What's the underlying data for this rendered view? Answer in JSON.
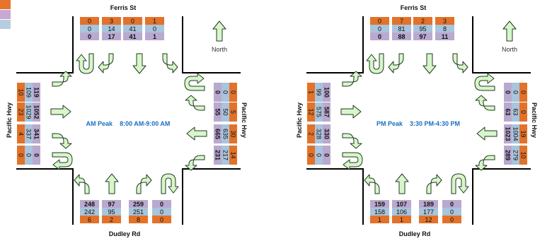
{
  "legend": {
    "colors": [
      "#e8732a",
      "#c9a7d3",
      "#b6cde0"
    ]
  },
  "colors": {
    "total": "#b9a9cf",
    "heavy": "#e2722a",
    "light": "#a9c4dd",
    "arrow": "#d8f5cc",
    "arrow_stroke": "#1f3b1f",
    "peak_text": "#1a6fc0"
  },
  "diagrams": [
    {
      "streets": {
        "north": "Ferris St",
        "south": "Dudley Rd",
        "west": "Pacific Hwy",
        "east": "Pacific Hwy"
      },
      "peak_label": "AM Peak",
      "peak_time": "8:00 AM-9:00 AM",
      "north_label": "North",
      "north_approach": [
        {
          "heavy": "0",
          "light": "0",
          "total": "0"
        },
        {
          "heavy": "3",
          "light": "14",
          "total": "17"
        },
        {
          "heavy": "0",
          "light": "41",
          "total": "41"
        },
        {
          "heavy": "1",
          "light": "0",
          "total": "1"
        }
      ],
      "south_approach": [
        {
          "total": "248",
          "light": "242",
          "heavy": "6"
        },
        {
          "total": "97",
          "light": "95",
          "heavy": "2"
        },
        {
          "total": "259",
          "light": "251",
          "heavy": "8"
        },
        {
          "total": "0",
          "light": "0",
          "heavy": "0"
        }
      ],
      "west_approach": [
        {
          "heavy": "10",
          "light": "109",
          "total": "119"
        },
        {
          "heavy": "23",
          "light": "1029",
          "total": "1052"
        },
        {
          "heavy": "4",
          "light": "337",
          "total": "341"
        },
        {
          "heavy": "0",
          "light": "0",
          "total": "0"
        }
      ],
      "east_approach": [
        {
          "total": "0",
          "light": "0",
          "heavy": "0"
        },
        {
          "total": "55",
          "light": "50",
          "heavy": "5"
        },
        {
          "total": "665",
          "light": "635",
          "heavy": "30"
        },
        {
          "total": "231",
          "light": "217",
          "heavy": "14"
        }
      ]
    },
    {
      "streets": {
        "north": "Ferris St",
        "south": "Dudley Rd",
        "west": "Pacific Hwy",
        "east": "Pacific Hwy"
      },
      "peak_label": "PM Peak",
      "peak_time": "3:30 PM-4:30 PM",
      "north_label": "North",
      "north_approach": [
        {
          "heavy": "0",
          "light": "0",
          "total": "0"
        },
        {
          "heavy": "7",
          "light": "81",
          "total": "88"
        },
        {
          "heavy": "2",
          "light": "95",
          "total": "97"
        },
        {
          "heavy": "3",
          "light": "8",
          "total": "11"
        }
      ],
      "south_approach": [
        {
          "total": "159",
          "light": "158",
          "heavy": "1"
        },
        {
          "total": "107",
          "light": "106",
          "heavy": "1"
        },
        {
          "total": "189",
          "light": "177",
          "heavy": "12"
        },
        {
          "total": "0",
          "light": "0",
          "heavy": "0"
        }
      ],
      "west_approach": [
        {
          "heavy": "1",
          "light": "99",
          "total": "100"
        },
        {
          "heavy": "12",
          "light": "575",
          "total": "587"
        },
        {
          "heavy": "2",
          "light": "328",
          "total": "330"
        },
        {
          "heavy": "0",
          "light": "0",
          "total": "0"
        }
      ],
      "east_approach": [
        {
          "total": "0",
          "light": "0",
          "heavy": "0"
        },
        {
          "total": "63",
          "light": "63",
          "heavy": "0"
        },
        {
          "total": "1023",
          "light": "1004",
          "heavy": "19"
        },
        {
          "total": "289",
          "light": "279",
          "heavy": "10"
        }
      ]
    }
  ]
}
